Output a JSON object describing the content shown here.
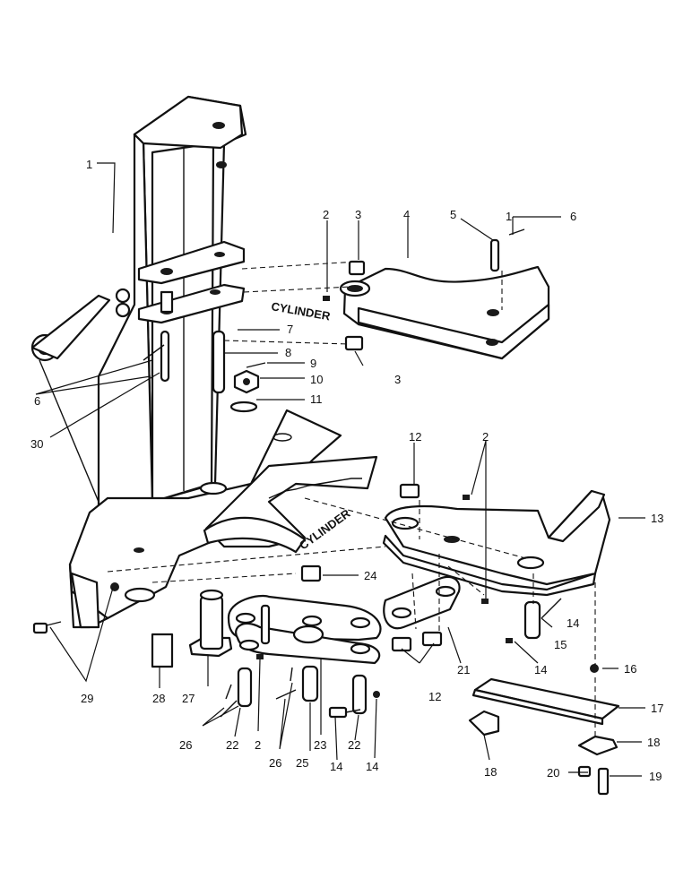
{
  "callouts": [
    "1",
    "2",
    "3",
    "4",
    "5",
    "6",
    "7",
    "8",
    "9",
    "10",
    "11",
    "12",
    "13",
    "14",
    "15",
    "16",
    "17",
    "18",
    "19",
    "20",
    "21",
    "22",
    "23",
    "24",
    "25",
    "26",
    "27",
    "28",
    "29",
    "30"
  ],
  "labels": {
    "cylinder_top": "CYLINDER",
    "cylinder_mid": "CYLINDER"
  }
}
